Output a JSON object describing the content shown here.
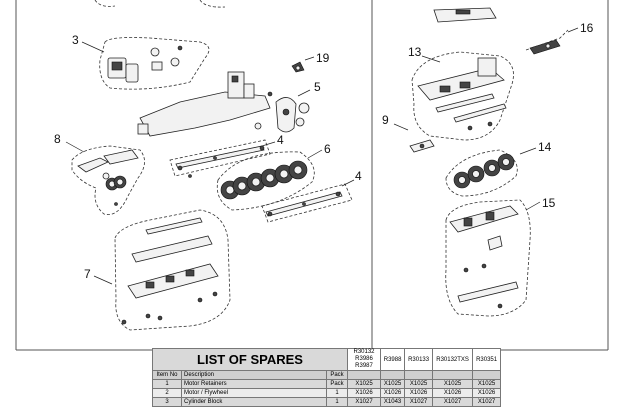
{
  "callouts": [
    "3",
    "19",
    "5",
    "8",
    "4",
    "6",
    "4",
    "7",
    "13",
    "16",
    "9",
    "14",
    "15"
  ],
  "spares": {
    "title": "LIST OF SPARES",
    "product_codes": [
      "R30132 R3986 R3987",
      "R3988",
      "R30133",
      "R30132TXS",
      "R30351"
    ],
    "headers": [
      "Item No",
      "Description",
      "Pack"
    ],
    "rows": [
      {
        "item": "1",
        "description": "Motor Retainers",
        "pack": "Pack",
        "codes": [
          "X1025",
          "X1025",
          "X1025",
          "X1025",
          "X1025"
        ]
      },
      {
        "item": "2",
        "description": "Motor / Flywheel",
        "pack": "1",
        "codes": [
          "X1026",
          "X1026",
          "X1026",
          "X1026",
          "X1026"
        ]
      },
      {
        "item": "3",
        "description": "Cylinder Block",
        "pack": "1",
        "codes": [
          "X1027",
          "X1043",
          "X1027",
          "X1027",
          "X1027"
        ]
      }
    ]
  }
}
